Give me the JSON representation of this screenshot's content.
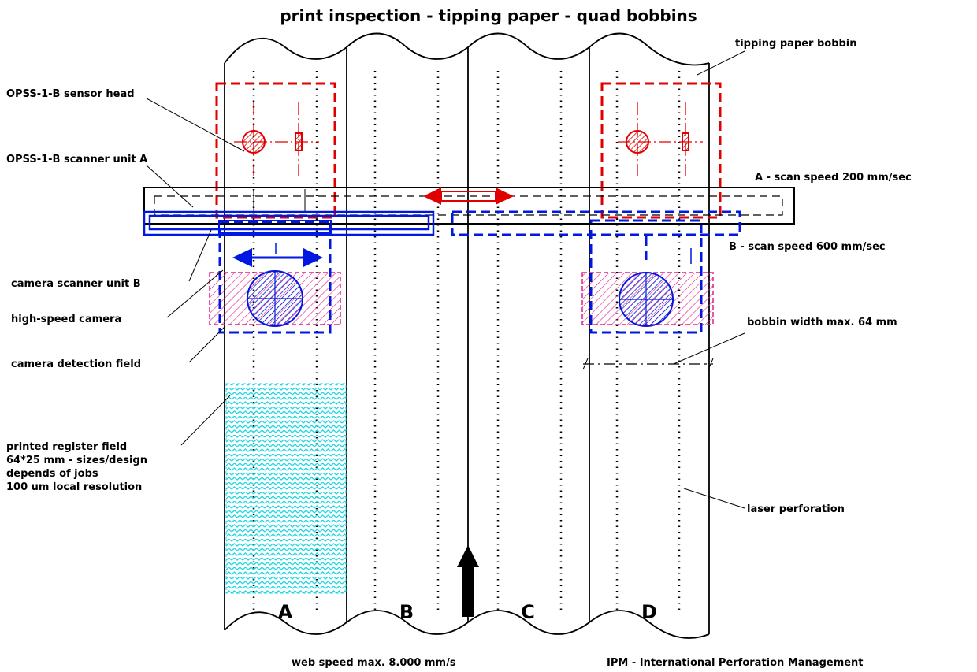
{
  "title": "print inspection - tipping paper - quad bobbins",
  "labels": {
    "tipping_paper_bobbin": "tipping paper bobbin",
    "sensor_head": "OPSS-1-B sensor head",
    "scanner_unit_a": "OPSS-1-B scanner unit A",
    "scan_speed_a": "A - scan speed 200 mm/sec",
    "scan_speed_b": "B - scan speed 600 mm/sec",
    "camera_scanner_unit_b": "camera scanner unit B",
    "high_speed_camera": "high-speed camera",
    "camera_detection_field": "camera detection field",
    "bobbin_width": "bobbin width max. 64 mm",
    "register_field": [
      "printed register field",
      "64*25 mm - sizes/design",
      "depends of jobs",
      "100 um local resolution"
    ],
    "laser_perforation": "laser perforation",
    "web_speed": "web speed max. 8.000 mm/s",
    "company": "IPM - International Perforation Management"
  },
  "bobbins": [
    "A",
    "B",
    "C",
    "D"
  ],
  "colors": {
    "sensor": "#e00000",
    "camera": "#0018e0",
    "detection_field": "#e0208a",
    "register_field": "#20d8e0",
    "outline": "#000000"
  }
}
